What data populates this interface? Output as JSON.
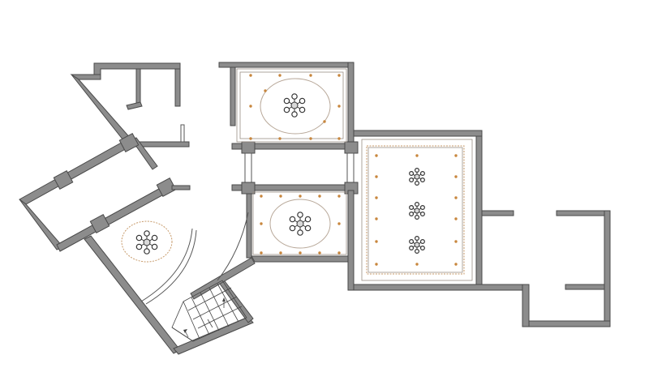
{
  "colors": {
    "wall_fill": "#8c8c8c",
    "wall_stroke": "#4a4a4a",
    "cornice": "#c79a6a",
    "downlight": "#c8863d",
    "background": "#ffffff"
  },
  "icons": {
    "chandelier": "chandelier-icon",
    "downlight": "downlight-icon",
    "stair_arrow": "stair-arrow-icon"
  },
  "rooms": {
    "top_room": {
      "chandeliers": 1,
      "downlights": 12
    },
    "middle_room": {
      "chandeliers": 1,
      "downlights": 12
    },
    "large_room": {
      "chandeliers": 3,
      "downlights": 14
    },
    "hall": {
      "chandeliers": 1
    }
  }
}
